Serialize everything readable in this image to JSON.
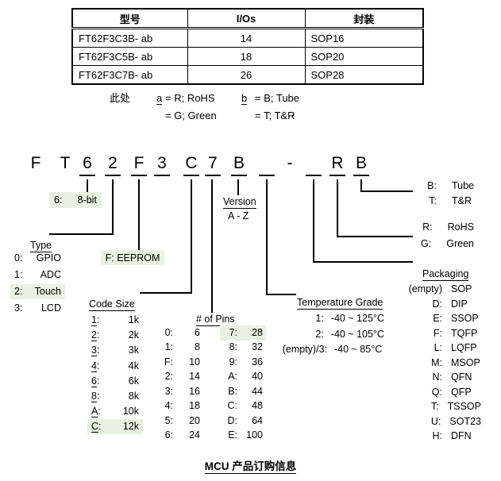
{
  "table": {
    "headers": [
      "型号",
      "I/Os",
      "封装"
    ],
    "rows": [
      [
        "FT62F3C3B- ab",
        "14",
        "SOP16"
      ],
      [
        "FT62F3C5B- ab",
        "18",
        "SOP20"
      ],
      [
        "FT62F3C7B- ab",
        "26",
        "SOP28"
      ]
    ]
  },
  "note": {
    "prefix": "此处",
    "a_key": "a",
    "a_val": "= R; RoHS",
    "a_val2": "= G; Green",
    "b_key": "b",
    "b_val": "= B; Tube",
    "b_val2": "= T; T&R"
  },
  "part_number": {
    "chars": [
      "F",
      "T",
      "6",
      "2",
      "F",
      "3",
      "C",
      "7",
      "B",
      "_",
      "-",
      "_",
      "R",
      "B"
    ]
  },
  "callouts": {
    "bits": {
      "key": "6:",
      "value": "8-bit",
      "hl": true
    },
    "eeprom": {
      "label": "F: EEPROM",
      "hl": true
    },
    "version": {
      "label": "Version",
      "range": "A - Z"
    },
    "type": {
      "label": "Type",
      "items": [
        {
          "k": "0:",
          "v": "GPIO"
        },
        {
          "k": "1:",
          "v": "ADC"
        },
        {
          "k": "2:",
          "v": "Touch",
          "hl": true
        },
        {
          "k": "3:",
          "v": "LCD"
        }
      ]
    },
    "code_size": {
      "label": "Code Size",
      "items": [
        {
          "k": "1",
          "v": "1k"
        },
        {
          "k": "2",
          "v": "2k"
        },
        {
          "k": "3",
          "v": "3k"
        },
        {
          "k": "4",
          "v": "4k"
        },
        {
          "k": "6",
          "v": "6k"
        },
        {
          "k": "8",
          "v": "8k"
        },
        {
          "k": "A",
          "v": "10k"
        },
        {
          "k": "C",
          "v": "12k",
          "hl": true
        }
      ]
    },
    "pins": {
      "label": "# of Pins",
      "col1": [
        {
          "k": "0:",
          "v": "6"
        },
        {
          "k": "1:",
          "v": "8"
        },
        {
          "k": "F:",
          "v": "10"
        },
        {
          "k": "2:",
          "v": "14"
        },
        {
          "k": "3:",
          "v": "16"
        },
        {
          "k": "4:",
          "v": "18"
        },
        {
          "k": "5:",
          "v": "20"
        },
        {
          "k": "6:",
          "v": "24"
        }
      ],
      "col2": [
        {
          "k": "7:",
          "v": "28",
          "hl": true
        },
        {
          "k": "8:",
          "v": "32"
        },
        {
          "k": "9:",
          "v": "36"
        },
        {
          "k": "A:",
          "v": "40"
        },
        {
          "k": "B:",
          "v": "44"
        },
        {
          "k": "C:",
          "v": "48"
        },
        {
          "k": "D:",
          "v": "64"
        },
        {
          "k": "E:",
          "v": "100"
        }
      ]
    },
    "temp": {
      "label": "Temperature Grade",
      "items": [
        {
          "k": "1:",
          "v": "-40 ~ 125°C"
        },
        {
          "k": "2:",
          "v": "-40 ~ 105°C"
        },
        {
          "k": "(empty)/3:",
          "v": "-40 ~ 85°C"
        }
      ]
    },
    "tube": {
      "items": [
        {
          "k": "B:",
          "v": "Tube"
        },
        {
          "k": "T:",
          "v": "T&R"
        }
      ]
    },
    "rohs": {
      "items": [
        {
          "k": "R:",
          "v": "RoHS"
        },
        {
          "k": "G:",
          "v": "Green"
        }
      ]
    },
    "packaging": {
      "label": "Packaging",
      "items": [
        {
          "k": "(empty)",
          "v": "SOP"
        },
        {
          "k": "D:",
          "v": "DIP"
        },
        {
          "k": "E:",
          "v": "SSOP"
        },
        {
          "k": "F:",
          "v": "TQFP"
        },
        {
          "k": "L:",
          "v": "LQFP"
        },
        {
          "k": "M:",
          "v": "MSOP"
        },
        {
          "k": "N:",
          "v": "QFN"
        },
        {
          "k": "Q:",
          "v": "QFP"
        },
        {
          "k": "T:",
          "v": "TSSOP"
        },
        {
          "k": "U:",
          "v": "SOT23"
        },
        {
          "k": "H:",
          "v": "DFN"
        }
      ]
    }
  },
  "footer": {
    "title": "MCU 产品订购信息"
  },
  "misc": {
    "colon": ":"
  },
  "colors": {
    "highlight": "#e9f1e1",
    "line": "#000000"
  }
}
